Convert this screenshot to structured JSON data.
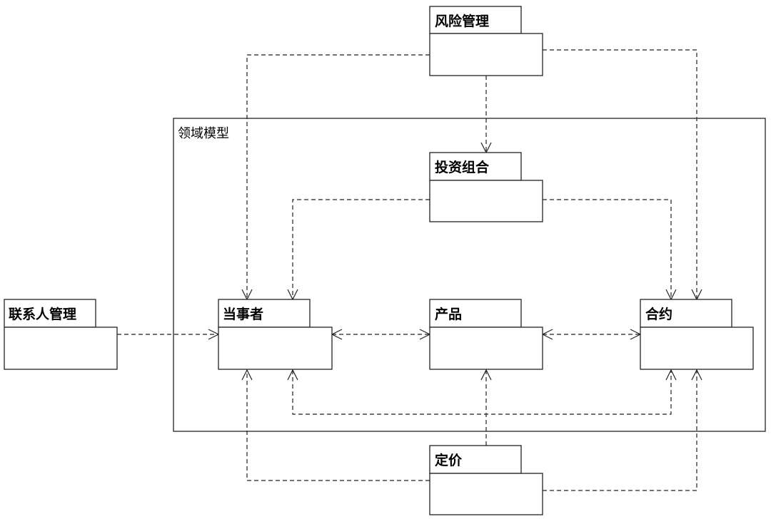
{
  "diagram": {
    "frame_label": "领域模型",
    "packages": {
      "risk": "风险管理",
      "portfolio": "投资组合",
      "contact": "联系人管理",
      "party": "当事者",
      "product": "产品",
      "contract": "合约",
      "pricing": "定价"
    },
    "dependencies": [
      {
        "from": "风险管理",
        "to": "当事者"
      },
      {
        "from": "风险管理",
        "to": "投资组合"
      },
      {
        "from": "风险管理",
        "to": "合约"
      },
      {
        "from": "投资组合",
        "to": "当事者"
      },
      {
        "from": "投资组合",
        "to": "合约"
      },
      {
        "from": "联系人管理",
        "to": "当事者"
      },
      {
        "from": "当事者",
        "to": "产品",
        "bidirectional": true
      },
      {
        "from": "产品",
        "to": "合约",
        "bidirectional": true
      },
      {
        "from": "当事者",
        "to": "合约",
        "bidirectional": true
      },
      {
        "from": "定价",
        "to": "当事者"
      },
      {
        "from": "定价",
        "to": "产品"
      },
      {
        "from": "定价",
        "to": "合约"
      }
    ]
  }
}
